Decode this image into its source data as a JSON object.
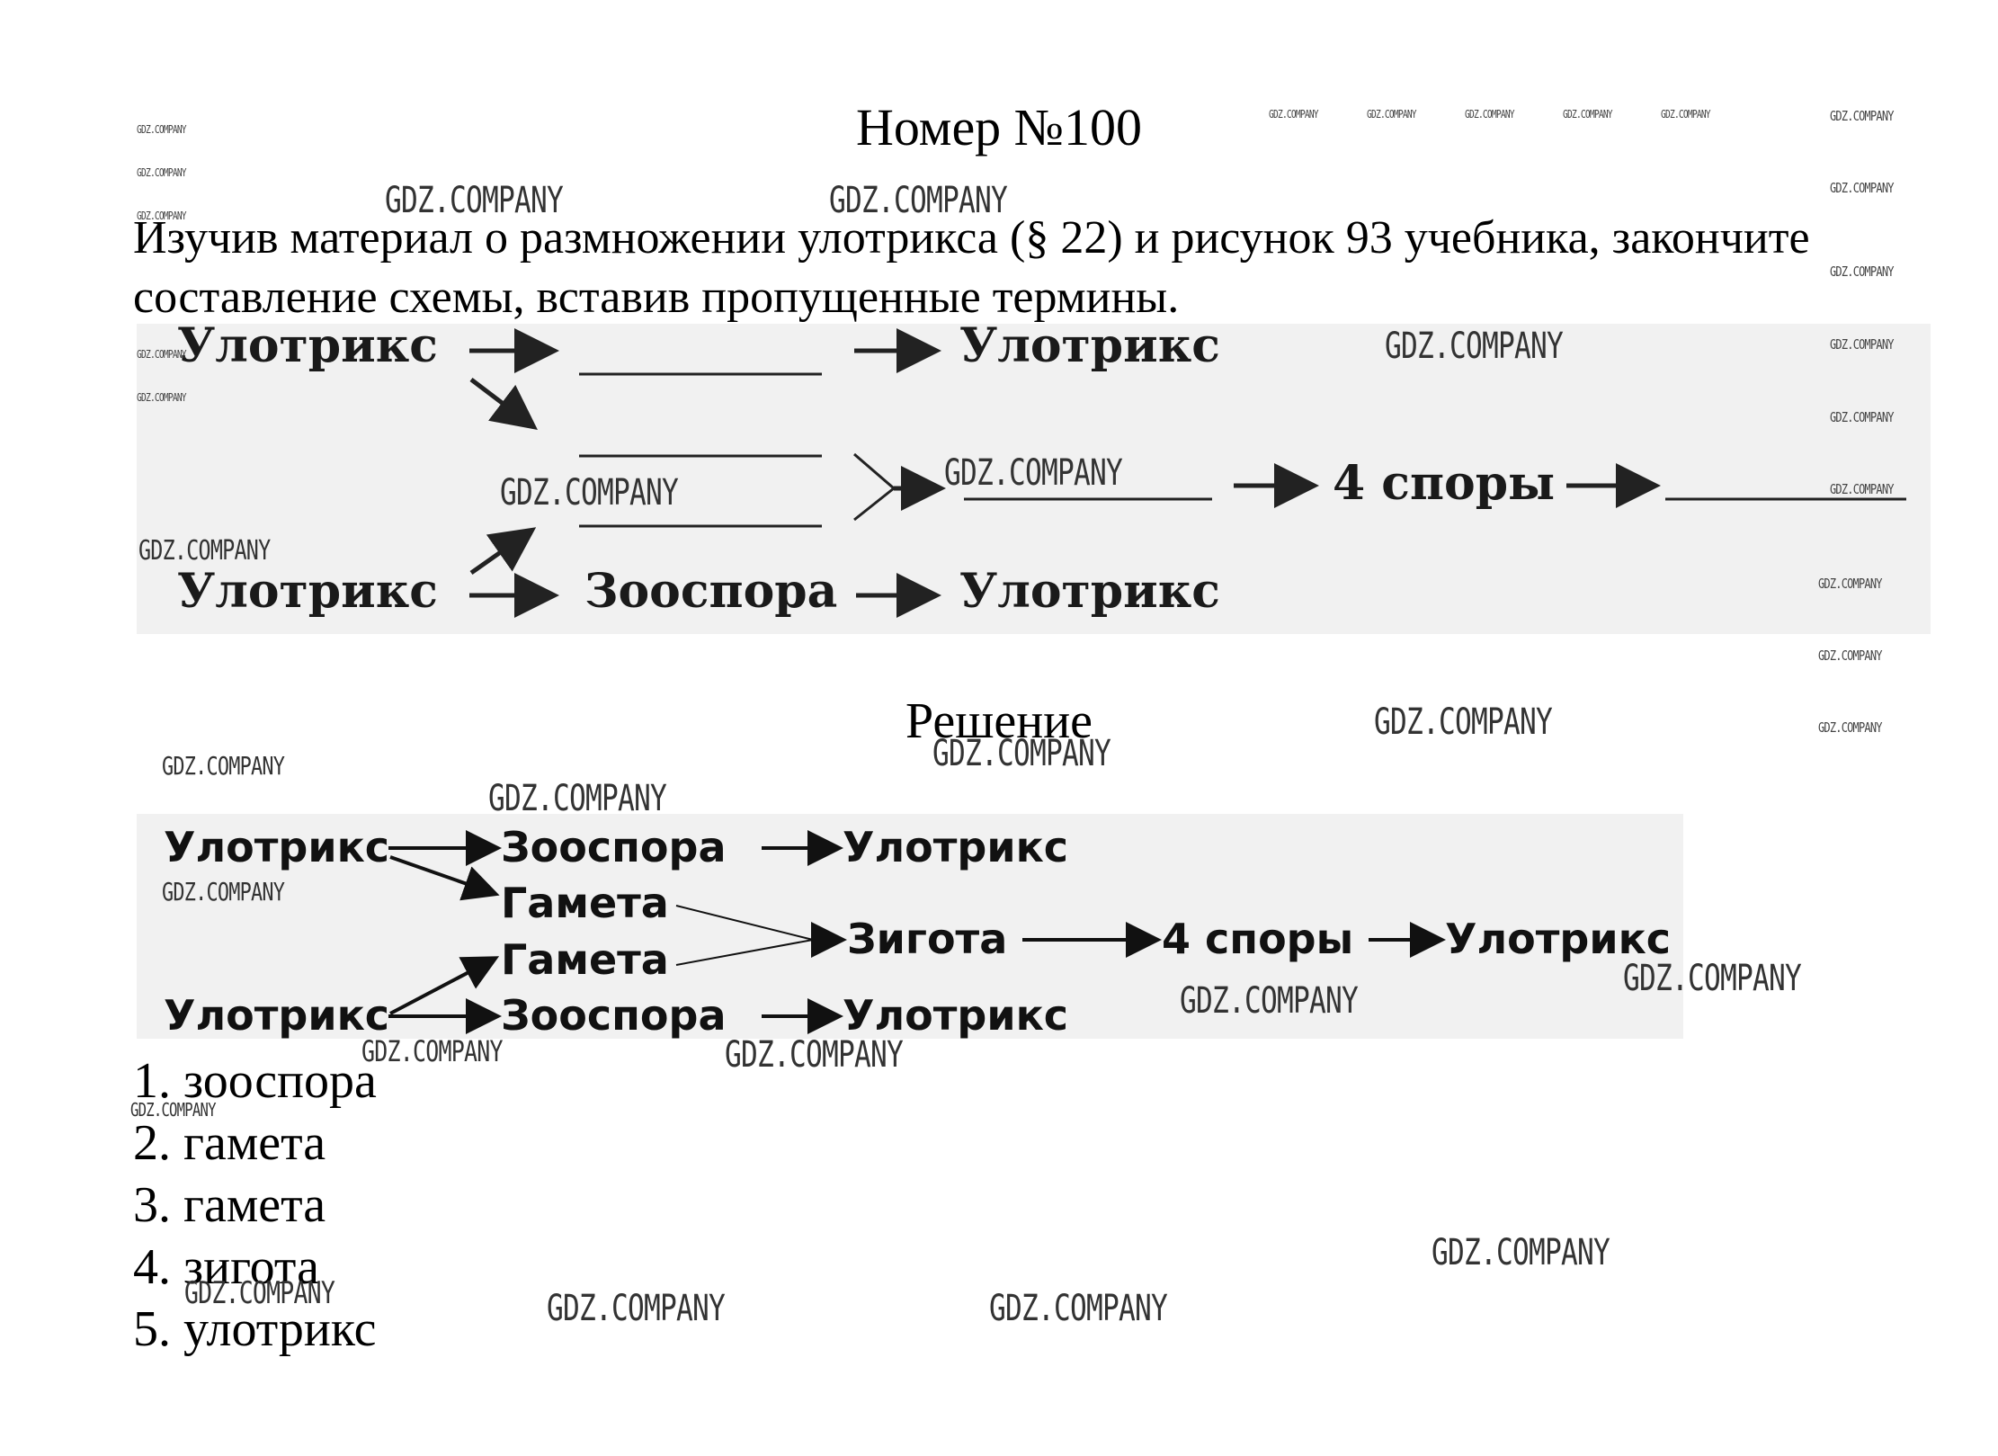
{
  "title": "Номер №100",
  "task": "Изучив материал о размножении улотрикса (§ 22) и рисунок 93 учебника, закончите составление схемы, вставив пропущенные термины.",
  "scheme_task": {
    "row1_left": "Улотрикс",
    "row1_right": "Улотрикс",
    "row2_spores": "4 споры",
    "row3_left": "Улотрикс",
    "row3_mid": "Зооспора",
    "row3_right": "Улотрикс"
  },
  "solution_title": "Решение",
  "scheme_solution": {
    "r1_left": "Улотрикс",
    "r1_mid": "Зооспора",
    "r1_right": "Улотрикс",
    "gamete_top": "Гамета",
    "gamete_bottom": "Гамета",
    "zygote": "Зигота",
    "spores": "4 споры",
    "result": "Улотрикс",
    "r4_left": "Улотрикс",
    "r4_mid": "Зооспора",
    "r4_right": "Улотрикс"
  },
  "answers": [
    "1. зооспора",
    "2. гамета",
    "3. гамета",
    "4. зигота",
    "5. улотрикс"
  ],
  "watermark": "GDZ.COMPANY"
}
